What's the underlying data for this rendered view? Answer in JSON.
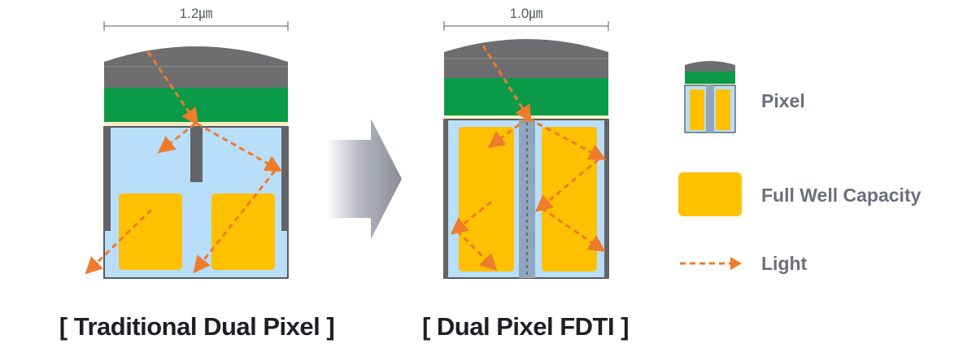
{
  "left_pixel": {
    "dimension_label": "1.2㎛",
    "caption": "[ Traditional Dual Pixel ]"
  },
  "right_pixel": {
    "dimension_label": "1.0㎛",
    "caption": "[ Dual Pixel FDTI ]"
  },
  "legend": {
    "pixel_label": "Pixel",
    "fwc_label": "Full Well Capacity",
    "light_label": "Light"
  },
  "colors": {
    "lens": "#6e6e70",
    "color_filter": "#0b9a48",
    "substrate": "#b9defa",
    "photodiode": "#ffc000",
    "light": "#ef7b2c",
    "isolation": "#636469"
  }
}
